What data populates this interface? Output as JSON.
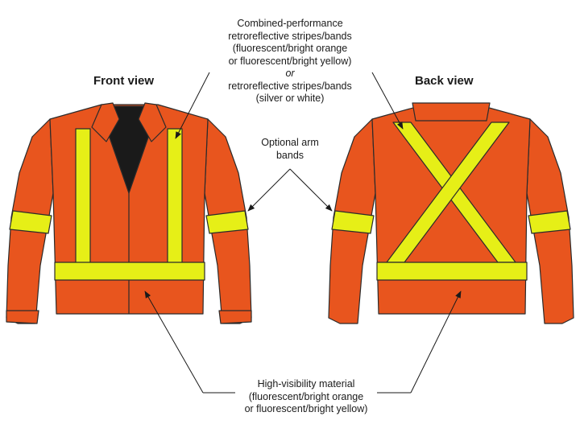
{
  "views": {
    "front": "Front view",
    "back": "Back view"
  },
  "callouts": {
    "stripes": {
      "line1": "Combined-performance",
      "line2": "retroreflective stripes/bands",
      "line3": "(fluorescent/bright orange",
      "line4": "or fluorescent/bright yellow)",
      "line5": "or",
      "line6": "retroreflective stripes/bands",
      "line7": "(silver or white)"
    },
    "arm_bands": {
      "line1": "Optional arm",
      "line2": "bands"
    },
    "material": {
      "line1": "High-visibility material",
      "line2": "(fluorescent/bright orange",
      "line3": "or fluorescent/bright yellow)"
    }
  },
  "colors": {
    "jacket_orange": "#e8551e",
    "stripe_yellow": "#e6ef17",
    "collar_shadow": "#1a1a1a",
    "outline": "#2b2b2b"
  }
}
